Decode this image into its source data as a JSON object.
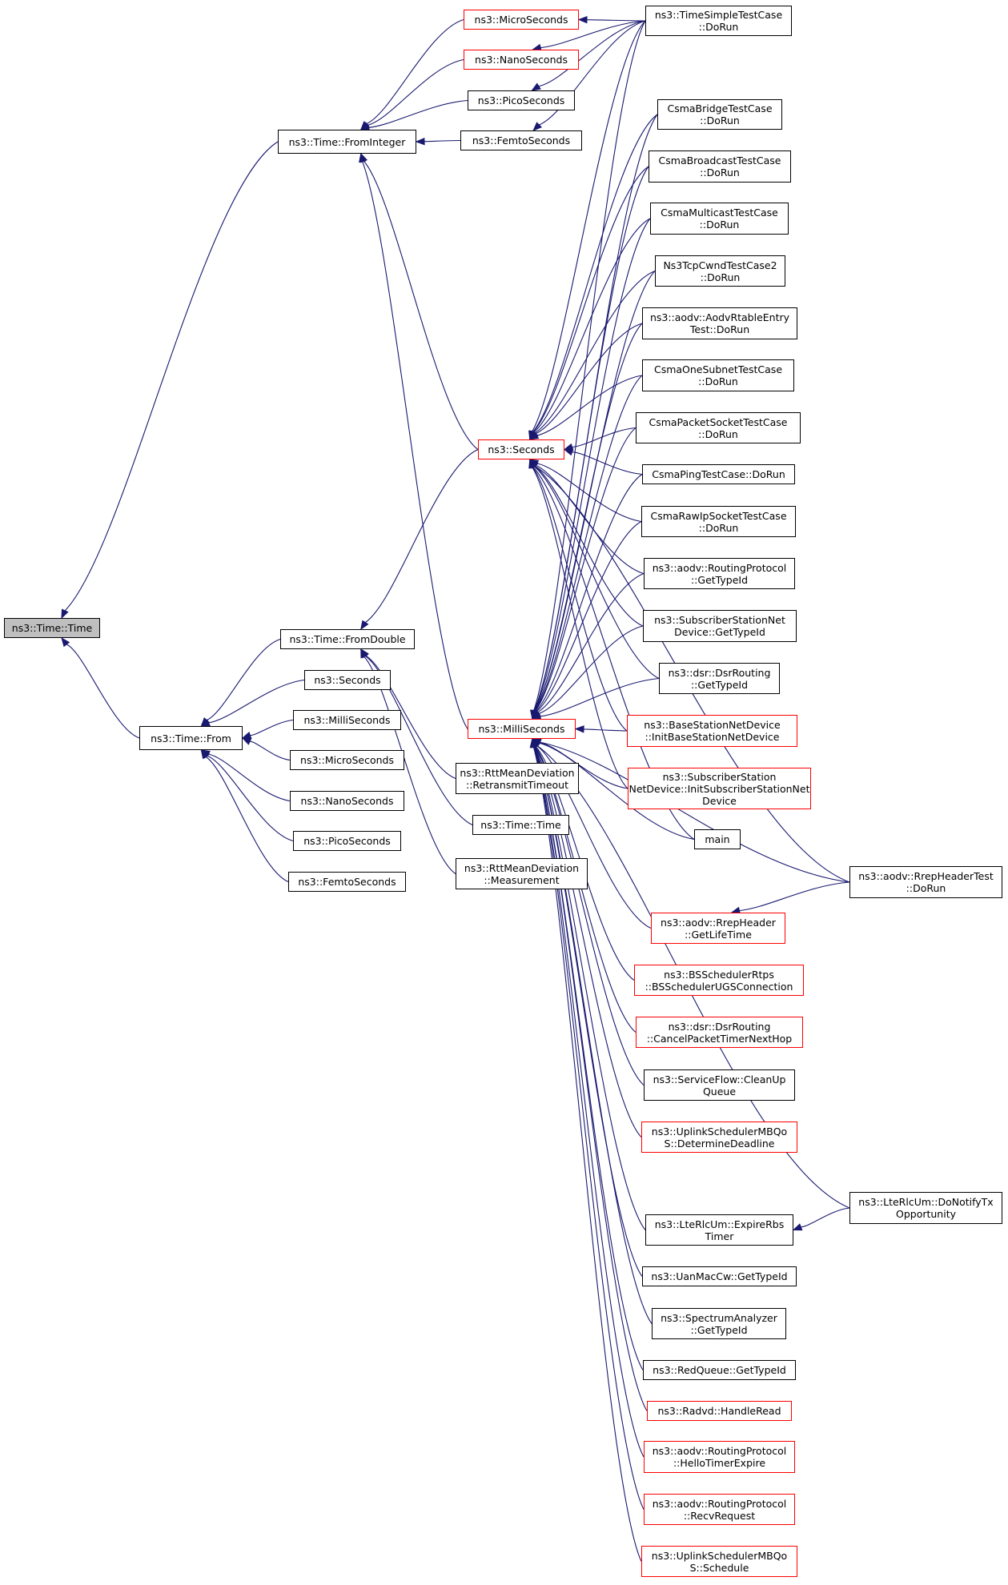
{
  "colors": {
    "edge": "#191970",
    "default_border": "#000000",
    "truncated_border": "#ff0000",
    "root_fill": "#bfbfbf"
  },
  "nodes": [
    {
      "id": "root",
      "lines": [
        "ns3::Time::Time"
      ],
      "style": "root"
    },
    {
      "id": "fromInteger",
      "lines": [
        "ns3::Time::FromInteger"
      ],
      "style": "normal"
    },
    {
      "id": "microSec1",
      "lines": [
        "ns3::MicroSeconds"
      ],
      "style": "red"
    },
    {
      "id": "nanoSec1",
      "lines": [
        "ns3::NanoSeconds"
      ],
      "style": "red"
    },
    {
      "id": "picoSec1",
      "lines": [
        "ns3::PicoSeconds"
      ],
      "style": "normal"
    },
    {
      "id": "femtoSec1",
      "lines": [
        "ns3::FemtoSeconds"
      ],
      "style": "normal"
    },
    {
      "id": "timeSimple",
      "lines": [
        "ns3::TimeSimpleTestCase",
        "::DoRun"
      ],
      "style": "normal"
    },
    {
      "id": "timeFrom",
      "lines": [
        "ns3::Time::From"
      ],
      "style": "normal"
    },
    {
      "id": "fromDouble",
      "lines": [
        "ns3::Time::FromDouble"
      ],
      "style": "normal"
    },
    {
      "id": "seconds2",
      "lines": [
        "ns3::Seconds"
      ],
      "style": "normal"
    },
    {
      "id": "milli2",
      "lines": [
        "ns3::MilliSeconds"
      ],
      "style": "normal"
    },
    {
      "id": "micro2",
      "lines": [
        "ns3::MicroSeconds"
      ],
      "style": "normal"
    },
    {
      "id": "nano2",
      "lines": [
        "ns3::NanoSeconds"
      ],
      "style": "normal"
    },
    {
      "id": "pico2",
      "lines": [
        "ns3::PicoSeconds"
      ],
      "style": "normal"
    },
    {
      "id": "femto2",
      "lines": [
        "ns3::FemtoSeconds"
      ],
      "style": "normal"
    },
    {
      "id": "rttRetrans",
      "lines": [
        "ns3::RttMeanDeviation",
        "::RetransmitTimeout"
      ],
      "style": "normal"
    },
    {
      "id": "timeTime2",
      "lines": [
        "ns3::Time::Time"
      ],
      "style": "normal"
    },
    {
      "id": "rttMeasure",
      "lines": [
        "ns3::RttMeanDeviation",
        "::Measurement"
      ],
      "style": "normal"
    },
    {
      "id": "seconds",
      "lines": [
        "ns3::Seconds"
      ],
      "style": "red"
    },
    {
      "id": "milli",
      "lines": [
        "ns3::MilliSeconds"
      ],
      "style": "red"
    },
    {
      "id": "csmaBridge",
      "lines": [
        "CsmaBridgeTestCase",
        "::DoRun"
      ],
      "style": "normal"
    },
    {
      "id": "csmaBroadcast",
      "lines": [
        "CsmaBroadcastTestCase",
        "::DoRun"
      ],
      "style": "normal"
    },
    {
      "id": "csmaMulticast",
      "lines": [
        "CsmaMulticastTestCase",
        "::DoRun"
      ],
      "style": "normal"
    },
    {
      "id": "ns3TcpCwnd",
      "lines": [
        "Ns3TcpCwndTestCase2",
        "::DoRun"
      ],
      "style": "normal"
    },
    {
      "id": "aodvRtable",
      "lines": [
        "ns3::aodv::AodvRtableEntry",
        "Test::DoRun"
      ],
      "style": "normal"
    },
    {
      "id": "csmaOneSubnet",
      "lines": [
        "CsmaOneSubnetTestCase",
        "::DoRun"
      ],
      "style": "normal"
    },
    {
      "id": "csmaPacketSocket",
      "lines": [
        "CsmaPacketSocketTestCase",
        "::DoRun"
      ],
      "style": "normal"
    },
    {
      "id": "csmaPing",
      "lines": [
        "CsmaPingTestCase::DoRun"
      ],
      "style": "normal"
    },
    {
      "id": "csmaRawIp",
      "lines": [
        "CsmaRawIpSocketTestCase",
        "::DoRun"
      ],
      "style": "normal"
    },
    {
      "id": "aodvRoutingGetTypeId",
      "lines": [
        "ns3::aodv::RoutingProtocol",
        "::GetTypeId"
      ],
      "style": "normal"
    },
    {
      "id": "subscriberGetTypeId",
      "lines": [
        "ns3::SubscriberStationNet",
        "Device::GetTypeId"
      ],
      "style": "normal"
    },
    {
      "id": "dsrGetTypeId",
      "lines": [
        "ns3::dsr::DsrRouting",
        "::GetTypeId"
      ],
      "style": "normal"
    },
    {
      "id": "bsInit",
      "lines": [
        "ns3::BaseStationNetDevice",
        "::InitBaseStationNetDevice"
      ],
      "style": "red"
    },
    {
      "id": "ssInit",
      "lines": [
        "ns3::SubscriberStation",
        "NetDevice::InitSubscriberStationNet",
        "Device"
      ],
      "style": "red"
    },
    {
      "id": "main",
      "lines": [
        "main"
      ],
      "style": "normal"
    },
    {
      "id": "rrepTest",
      "lines": [
        "ns3::aodv::RrepHeaderTest",
        "::DoRun"
      ],
      "style": "normal"
    },
    {
      "id": "rrepLife",
      "lines": [
        "ns3::aodv::RrepHeader",
        "::GetLifeTime"
      ],
      "style": "red"
    },
    {
      "id": "bsScheduler",
      "lines": [
        "ns3::BSSchedulerRtps",
        "::BSSchedulerUGSConnection"
      ],
      "style": "red"
    },
    {
      "id": "dsrCancel",
      "lines": [
        "ns3::dsr::DsrRouting",
        "::CancelPacketTimerNextHop"
      ],
      "style": "red"
    },
    {
      "id": "serviceFlow",
      "lines": [
        "ns3::ServiceFlow::CleanUp",
        "Queue"
      ],
      "style": "normal"
    },
    {
      "id": "uplinkDeadline",
      "lines": [
        "ns3::UplinkSchedulerMBQo",
        "S::DetermineDeadline"
      ],
      "style": "red"
    },
    {
      "id": "lteNotify",
      "lines": [
        "ns3::LteRlcUm::DoNotifyTx",
        "Opportunity"
      ],
      "style": "normal"
    },
    {
      "id": "lteExpire",
      "lines": [
        "ns3::LteRlcUm::ExpireRbs",
        "Timer"
      ],
      "style": "normal"
    },
    {
      "id": "uanMac",
      "lines": [
        "ns3::UanMacCw::GetTypeId"
      ],
      "style": "normal"
    },
    {
      "id": "spectrum",
      "lines": [
        "ns3::SpectrumAnalyzer",
        "::GetTypeId"
      ],
      "style": "normal"
    },
    {
      "id": "redQueue",
      "lines": [
        "ns3::RedQueue::GetTypeId"
      ],
      "style": "normal"
    },
    {
      "id": "radvd",
      "lines": [
        "ns3::Radvd::HandleRead"
      ],
      "style": "red"
    },
    {
      "id": "aodvHello",
      "lines": [
        "ns3::aodv::RoutingProtocol",
        "::HelloTimerExpire"
      ],
      "style": "red"
    },
    {
      "id": "aodvRecv",
      "lines": [
        "ns3::aodv::RoutingProtocol",
        "::RecvRequest"
      ],
      "style": "red"
    },
    {
      "id": "uplinkSchedule",
      "lines": [
        "ns3::UplinkSchedulerMBQo",
        "S::Schedule"
      ],
      "style": "red"
    }
  ],
  "edges": [
    [
      "fromInteger",
      "root"
    ],
    [
      "timeFrom",
      "root"
    ],
    [
      "microSec1",
      "fromInteger"
    ],
    [
      "nanoSec1",
      "fromInteger"
    ],
    [
      "picoSec1",
      "fromInteger"
    ],
    [
      "femtoSec1",
      "fromInteger"
    ],
    [
      "timeSimple",
      "microSec1"
    ],
    [
      "timeSimple",
      "nanoSec1"
    ],
    [
      "timeSimple",
      "picoSec1"
    ],
    [
      "timeSimple",
      "femtoSec1"
    ],
    [
      "seconds",
      "fromInteger"
    ],
    [
      "milli",
      "fromInteger"
    ],
    [
      "fromDouble",
      "timeFrom"
    ],
    [
      "seconds2",
      "timeFrom"
    ],
    [
      "milli2",
      "timeFrom"
    ],
    [
      "micro2",
      "timeFrom"
    ],
    [
      "nano2",
      "timeFrom"
    ],
    [
      "pico2",
      "timeFrom"
    ],
    [
      "femto2",
      "timeFrom"
    ],
    [
      "seconds",
      "fromDouble"
    ],
    [
      "rttRetrans",
      "fromDouble"
    ],
    [
      "timeTime2",
      "fromDouble"
    ],
    [
      "rttMeasure",
      "fromDouble"
    ],
    [
      "timeSimple",
      "seconds"
    ],
    [
      "csmaBridge",
      "seconds"
    ],
    [
      "csmaBroadcast",
      "seconds"
    ],
    [
      "csmaMulticast",
      "seconds"
    ],
    [
      "ns3TcpCwnd",
      "seconds"
    ],
    [
      "aodvRtable",
      "seconds"
    ],
    [
      "csmaOneSubnet",
      "seconds"
    ],
    [
      "csmaPacketSocket",
      "seconds"
    ],
    [
      "csmaPing",
      "seconds"
    ],
    [
      "csmaRawIp",
      "seconds"
    ],
    [
      "aodvRoutingGetTypeId",
      "seconds"
    ],
    [
      "subscriberGetTypeId",
      "seconds"
    ],
    [
      "dsrGetTypeId",
      "seconds"
    ],
    [
      "bsInit",
      "seconds"
    ],
    [
      "ssInit",
      "seconds"
    ],
    [
      "main",
      "seconds"
    ],
    [
      "rrepTest",
      "seconds"
    ],
    [
      "timeSimple",
      "milli"
    ],
    [
      "csmaBridge",
      "milli"
    ],
    [
      "csmaBroadcast",
      "milli"
    ],
    [
      "csmaMulticast",
      "milli"
    ],
    [
      "ns3TcpCwnd",
      "milli"
    ],
    [
      "aodvRtable",
      "milli"
    ],
    [
      "csmaOneSubnet",
      "milli"
    ],
    [
      "csmaPacketSocket",
      "milli"
    ],
    [
      "csmaPing",
      "milli"
    ],
    [
      "csmaRawIp",
      "milli"
    ],
    [
      "aodvRoutingGetTypeId",
      "milli"
    ],
    [
      "subscriberGetTypeId",
      "milli"
    ],
    [
      "dsrGetTypeId",
      "milli"
    ],
    [
      "bsInit",
      "milli"
    ],
    [
      "ssInit",
      "milli"
    ],
    [
      "main",
      "milli"
    ],
    [
      "rrepTest",
      "milli"
    ],
    [
      "rrepLife",
      "milli"
    ],
    [
      "bsScheduler",
      "milli"
    ],
    [
      "dsrCancel",
      "milli"
    ],
    [
      "serviceFlow",
      "milli"
    ],
    [
      "uplinkDeadline",
      "milli"
    ],
    [
      "lteNotify",
      "milli"
    ],
    [
      "lteExpire",
      "milli"
    ],
    [
      "uanMac",
      "milli"
    ],
    [
      "spectrum",
      "milli"
    ],
    [
      "redQueue",
      "milli"
    ],
    [
      "radvd",
      "milli"
    ],
    [
      "aodvHello",
      "milli"
    ],
    [
      "aodvRecv",
      "milli"
    ],
    [
      "uplinkSchedule",
      "milli"
    ],
    [
      "rrepTest",
      "rrepLife"
    ],
    [
      "lteNotify",
      "lteExpire"
    ]
  ]
}
